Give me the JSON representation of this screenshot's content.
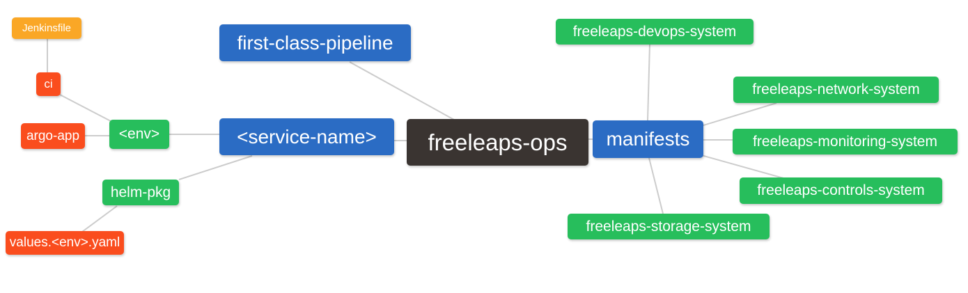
{
  "diagram": {
    "type": "mindmap",
    "background": "#ffffff"
  },
  "colors": {
    "blue": "#2b6cc4",
    "green": "#27be5c",
    "red": "#fa4d1e",
    "orange": "#faa726",
    "dark": "#3a3431",
    "edge": "#cccccc",
    "text": "#ffffff"
  },
  "nodes": {
    "freeleaps_ops": {
      "label": "freeleaps-ops",
      "color": "dark",
      "level": "root"
    },
    "first_class_pipeline": {
      "label": "first-class-pipeline",
      "color": "blue",
      "level": "branch"
    },
    "service_name": {
      "label": "<service-name>",
      "color": "blue",
      "level": "branch"
    },
    "manifests": {
      "label": "manifests",
      "color": "blue",
      "level": "branch"
    },
    "env": {
      "label": "<env>",
      "color": "green",
      "level": "sub"
    },
    "helm_pkg": {
      "label": "helm-pkg",
      "color": "green",
      "level": "sub"
    },
    "ci": {
      "label": "ci",
      "color": "red",
      "level": "leaf"
    },
    "argo_app": {
      "label": "argo-app",
      "color": "red",
      "level": "leaf"
    },
    "values_env_yaml": {
      "label": "values.<env>.yaml",
      "color": "red",
      "level": "leaf"
    },
    "jenkinsfile": {
      "label": "Jenkinsfile",
      "color": "orange",
      "level": "leaf"
    },
    "devops_system": {
      "label": "freeleaps-devops-system",
      "color": "green",
      "level": "sub"
    },
    "network_system": {
      "label": "freeleaps-network-system",
      "color": "green",
      "level": "sub"
    },
    "monitoring_system": {
      "label": "freeleaps-monitoring-system",
      "color": "green",
      "level": "sub"
    },
    "controls_system": {
      "label": "freeleaps-controls-system",
      "color": "green",
      "level": "sub"
    },
    "storage_system": {
      "label": "freeleaps-storage-system",
      "color": "green",
      "level": "sub"
    }
  },
  "edges": [
    {
      "from": "jenkinsfile",
      "to": "ci"
    },
    {
      "from": "ci",
      "to": "env"
    },
    {
      "from": "argo_app",
      "to": "env"
    },
    {
      "from": "env",
      "to": "service_name"
    },
    {
      "from": "helm_pkg",
      "to": "service_name"
    },
    {
      "from": "values_env_yaml",
      "to": "helm_pkg"
    },
    {
      "from": "first_class_pipeline",
      "to": "freeleaps_ops"
    },
    {
      "from": "service_name",
      "to": "freeleaps_ops"
    },
    {
      "from": "freeleaps_ops",
      "to": "manifests"
    },
    {
      "from": "manifests",
      "to": "devops_system"
    },
    {
      "from": "manifests",
      "to": "network_system"
    },
    {
      "from": "manifests",
      "to": "monitoring_system"
    },
    {
      "from": "manifests",
      "to": "controls_system"
    },
    {
      "from": "manifests",
      "to": "storage_system"
    }
  ]
}
